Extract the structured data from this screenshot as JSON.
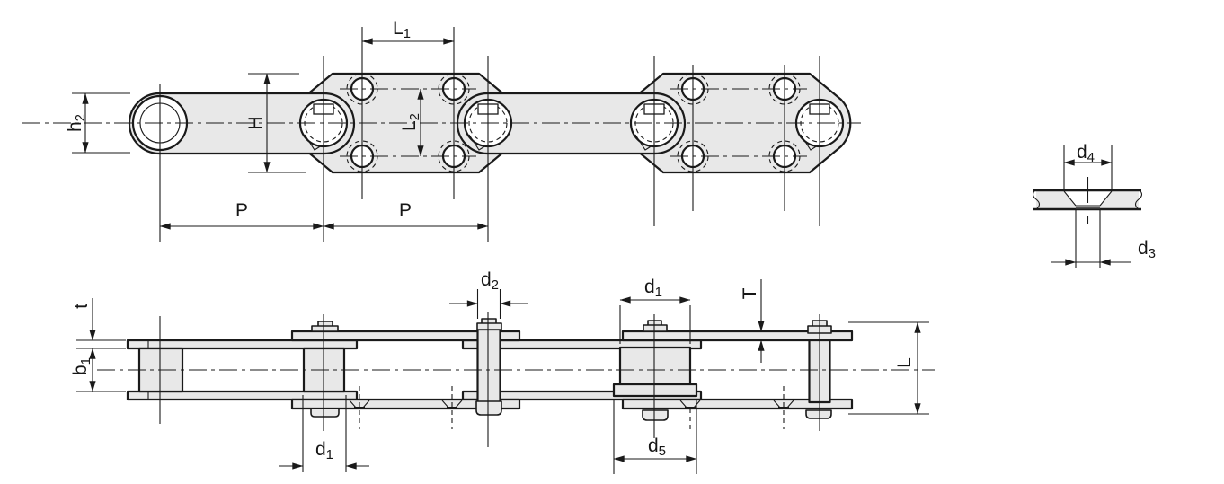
{
  "drawing": {
    "kind": "engineering line drawing",
    "views": {
      "top_view_name": "chain top view with attachment plates",
      "section_view_name": "countersunk bolt hole section",
      "side_view_name": "chain side elevation"
    }
  },
  "colors": {
    "part_fill": "#e8e8e8",
    "line_color": "#1a1a1a",
    "background": "#ffffff"
  },
  "dims": {
    "L1": {
      "base": "L",
      "sub": "1"
    },
    "L2": {
      "base": "L",
      "sub": "2"
    },
    "H": {
      "base": "H",
      "sub": ""
    },
    "h2": {
      "base": "h",
      "sub": "2"
    },
    "P": {
      "base": "P",
      "sub": ""
    },
    "d1": {
      "base": "d",
      "sub": "1"
    },
    "d2": {
      "base": "d",
      "sub": "2"
    },
    "d3": {
      "base": "d",
      "sub": "3"
    },
    "d4": {
      "base": "d",
      "sub": "4"
    },
    "d5": {
      "base": "d",
      "sub": "5"
    },
    "t": {
      "base": "t",
      "sub": ""
    },
    "b1": {
      "base": "b",
      "sub": "1"
    },
    "T": {
      "base": "T",
      "sub": ""
    },
    "L": {
      "base": "L",
      "sub": ""
    }
  }
}
